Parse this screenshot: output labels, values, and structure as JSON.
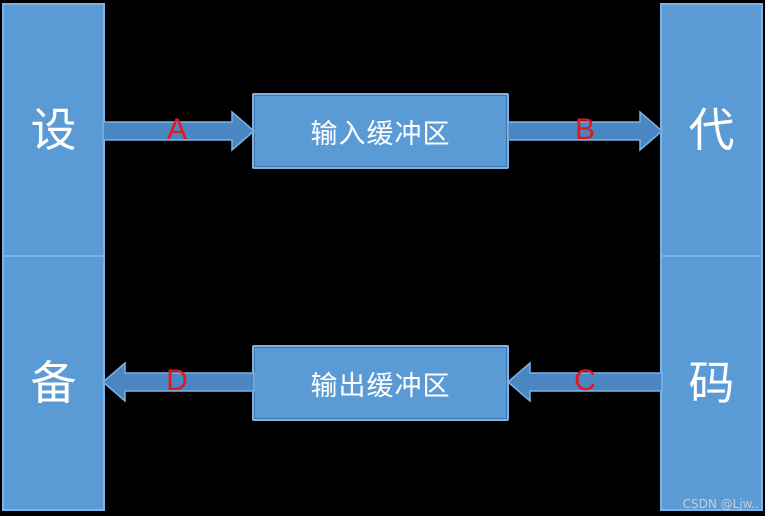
{
  "left_column": {
    "top_char": "设",
    "bottom_char": "备"
  },
  "right_column": {
    "top_char": "代",
    "bottom_char": "码"
  },
  "input_buffer": {
    "label": "输入缓冲区"
  },
  "output_buffer": {
    "label": "输出缓冲区"
  },
  "edges": {
    "a": "A",
    "b": "B",
    "c": "C",
    "d": "D"
  },
  "watermark": "CSDN @Ljw..",
  "colors": {
    "box_fill": "#5b9bd5",
    "arrow_fill": "#4a86c2",
    "label_red": "#e8141c",
    "background": "#000000"
  }
}
